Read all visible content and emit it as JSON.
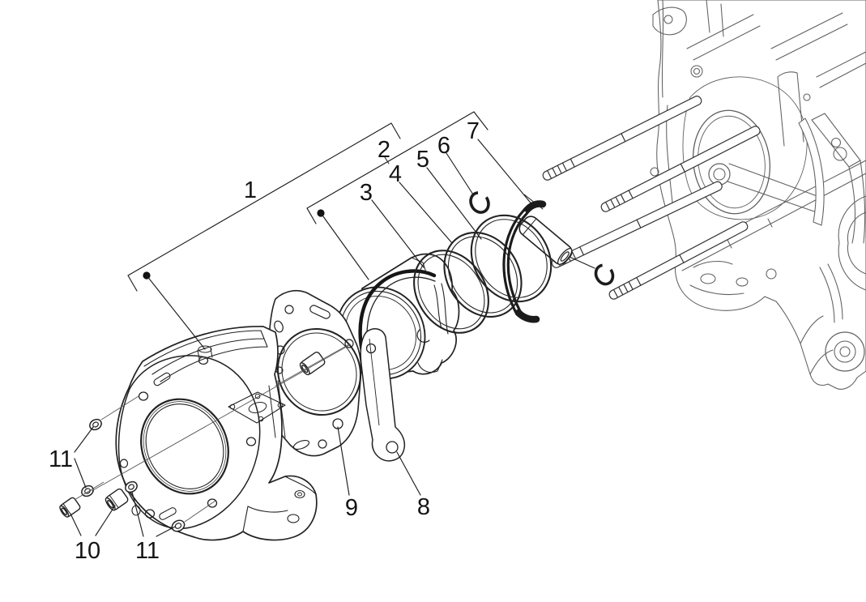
{
  "figure": {
    "kind": "exploded parts diagram",
    "subject": "Engine cylinder, piston, piston rings, wrist pin, circlips and gaskets exploded away from crankcase",
    "style": "monochrome technical line art on white",
    "background_color": "#ffffff",
    "ink_color": "#1f1f1f"
  },
  "callouts": [
    {
      "number": "1",
      "part": "cylinder block"
    },
    {
      "number": "2",
      "part": "piston"
    },
    {
      "number": "3",
      "part": "piston ring - top"
    },
    {
      "number": "4",
      "part": "piston ring - second"
    },
    {
      "number": "5",
      "part": "piston ring - oil"
    },
    {
      "number": "6",
      "part": "wrist pin circlip"
    },
    {
      "number": "7",
      "part": "wrist pin"
    },
    {
      "number": "8",
      "part": "chain passage gasket"
    },
    {
      "number": "9",
      "part": "cylinder head gasket"
    },
    {
      "number": "10",
      "part": "dowel bushes"
    },
    {
      "number": "11",
      "part": "sealing washers - upper pair"
    },
    {
      "number": "11",
      "part": "sealing washers - lower pair"
    }
  ]
}
